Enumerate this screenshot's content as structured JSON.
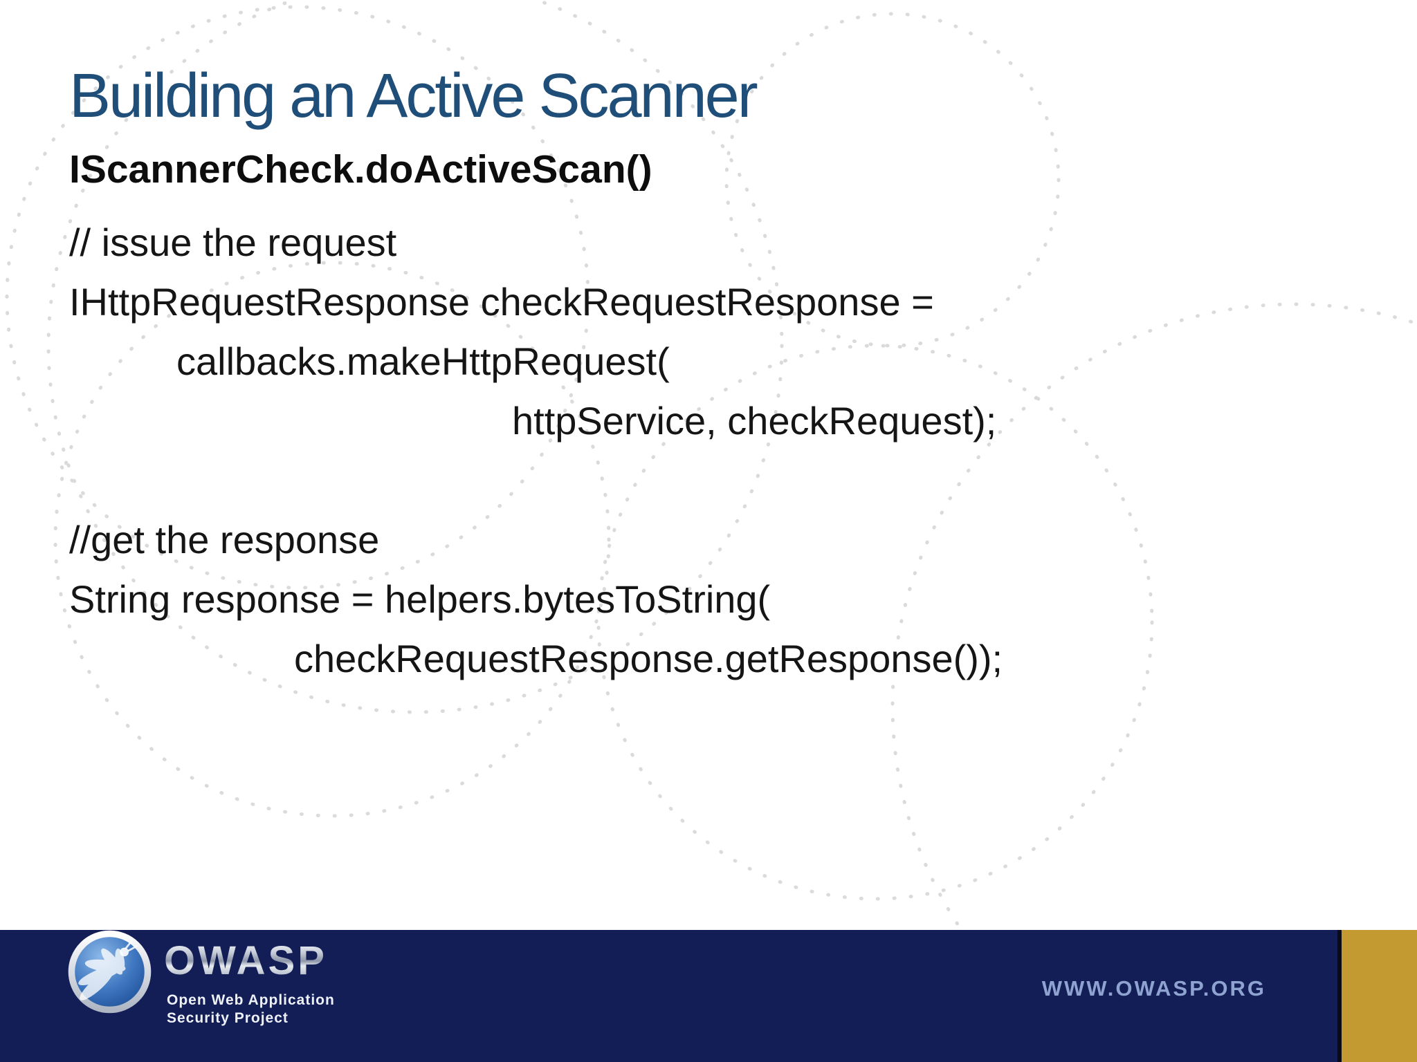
{
  "slide": {
    "title": "Building an Active Scanner",
    "subtitle": "IScannerCheck.doActiveScan()",
    "code_lines": [
      {
        "text": "// issue the request"
      },
      {
        "text": "IHttpRequestResponse checkRequestResponse ="
      },
      {
        "text": "callbacks.makeHttpRequest("
      },
      {
        "text": "httpService, checkRequest);"
      },
      {
        "text": ""
      },
      {
        "text": "//get the response"
      },
      {
        "text": "String response = helpers.bytesToString("
      },
      {
        "text": "checkRequestResponse.getResponse());"
      }
    ]
  },
  "footer": {
    "logo": {
      "brand": "OWASP",
      "tagline_line1": "Open Web Application",
      "tagline_line2": "Security Project",
      "icon": "owasp-wasp-icon"
    },
    "website": "WWW.OWASP.ORG"
  },
  "colors": {
    "title_blue": "#1f4e79",
    "body_text": "#151515",
    "footer_navy": "#131e56",
    "footer_gold": "#c39a32",
    "website_text": "#8fa3d0",
    "dot_gray": "#d7d7da"
  }
}
